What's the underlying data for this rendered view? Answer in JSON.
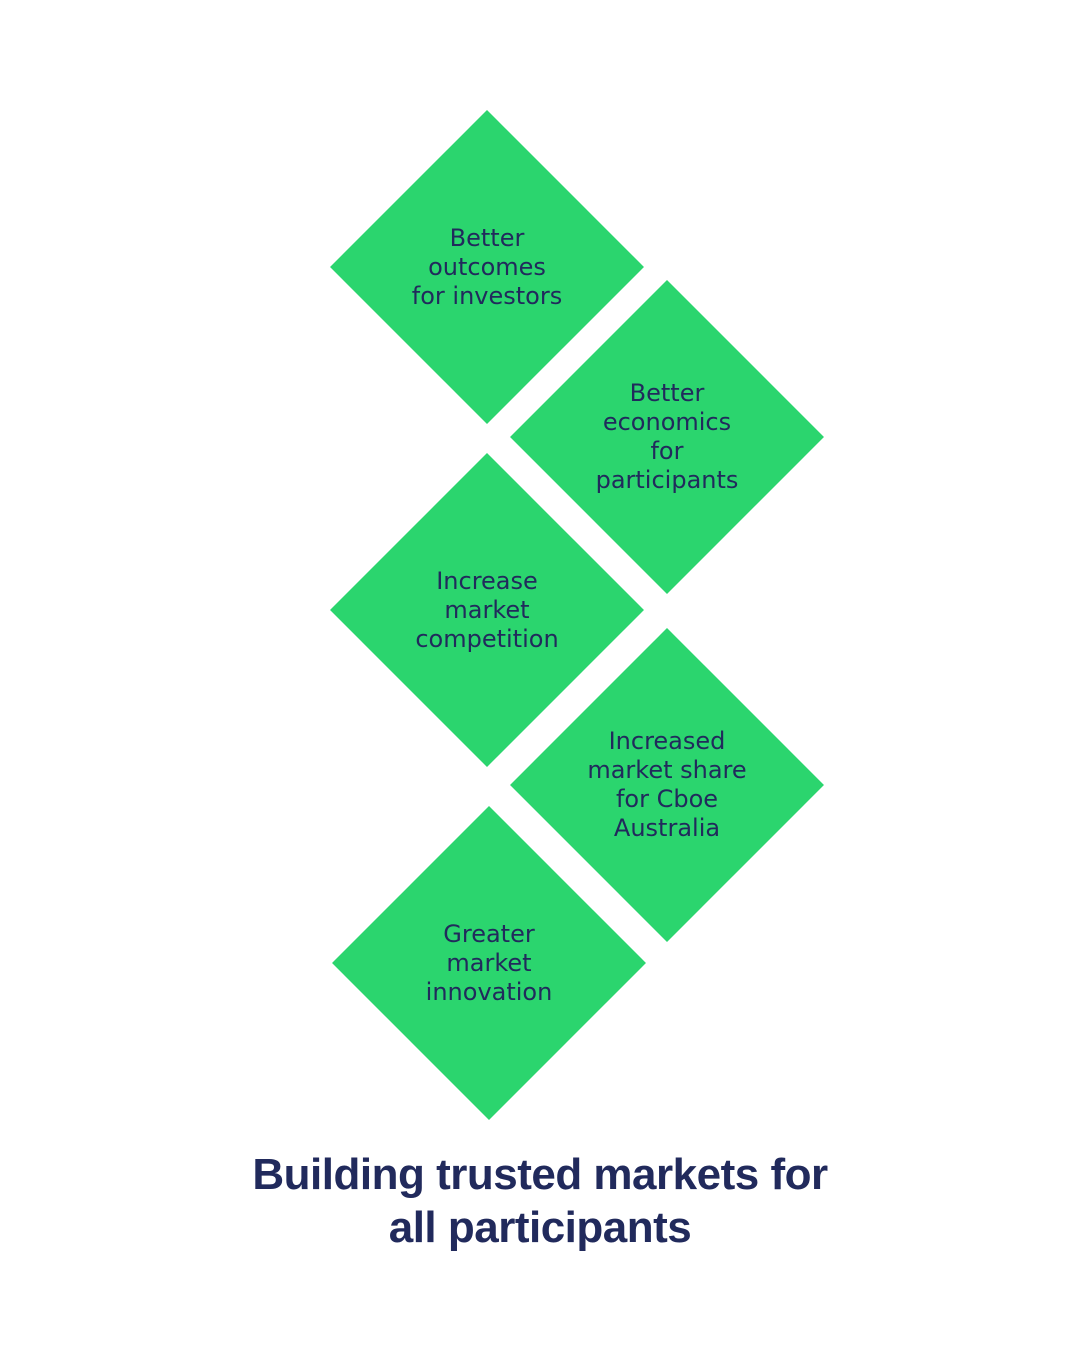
{
  "page": {
    "background": "#ffffff"
  },
  "colors": {
    "diamond_green": "#2BD56E",
    "text_navy": "#212A5C"
  },
  "diamonds": [
    {
      "id": "better-outcomes",
      "label": "Better\noutcomes\nfor investors"
    },
    {
      "id": "better-economics",
      "label": "Better\neconomics\nfor\nparticipants"
    },
    {
      "id": "increase-competition",
      "label": "Increase\nmarket\ncompetition"
    },
    {
      "id": "increased-market-share",
      "label": "Increased\nmarket share\nfor Cboe\nAustralia"
    },
    {
      "id": "greater-innovation",
      "label": "Greater\nmarket\ninnovation"
    }
  ],
  "title": {
    "text": "Building trusted markets for\nall participants"
  }
}
